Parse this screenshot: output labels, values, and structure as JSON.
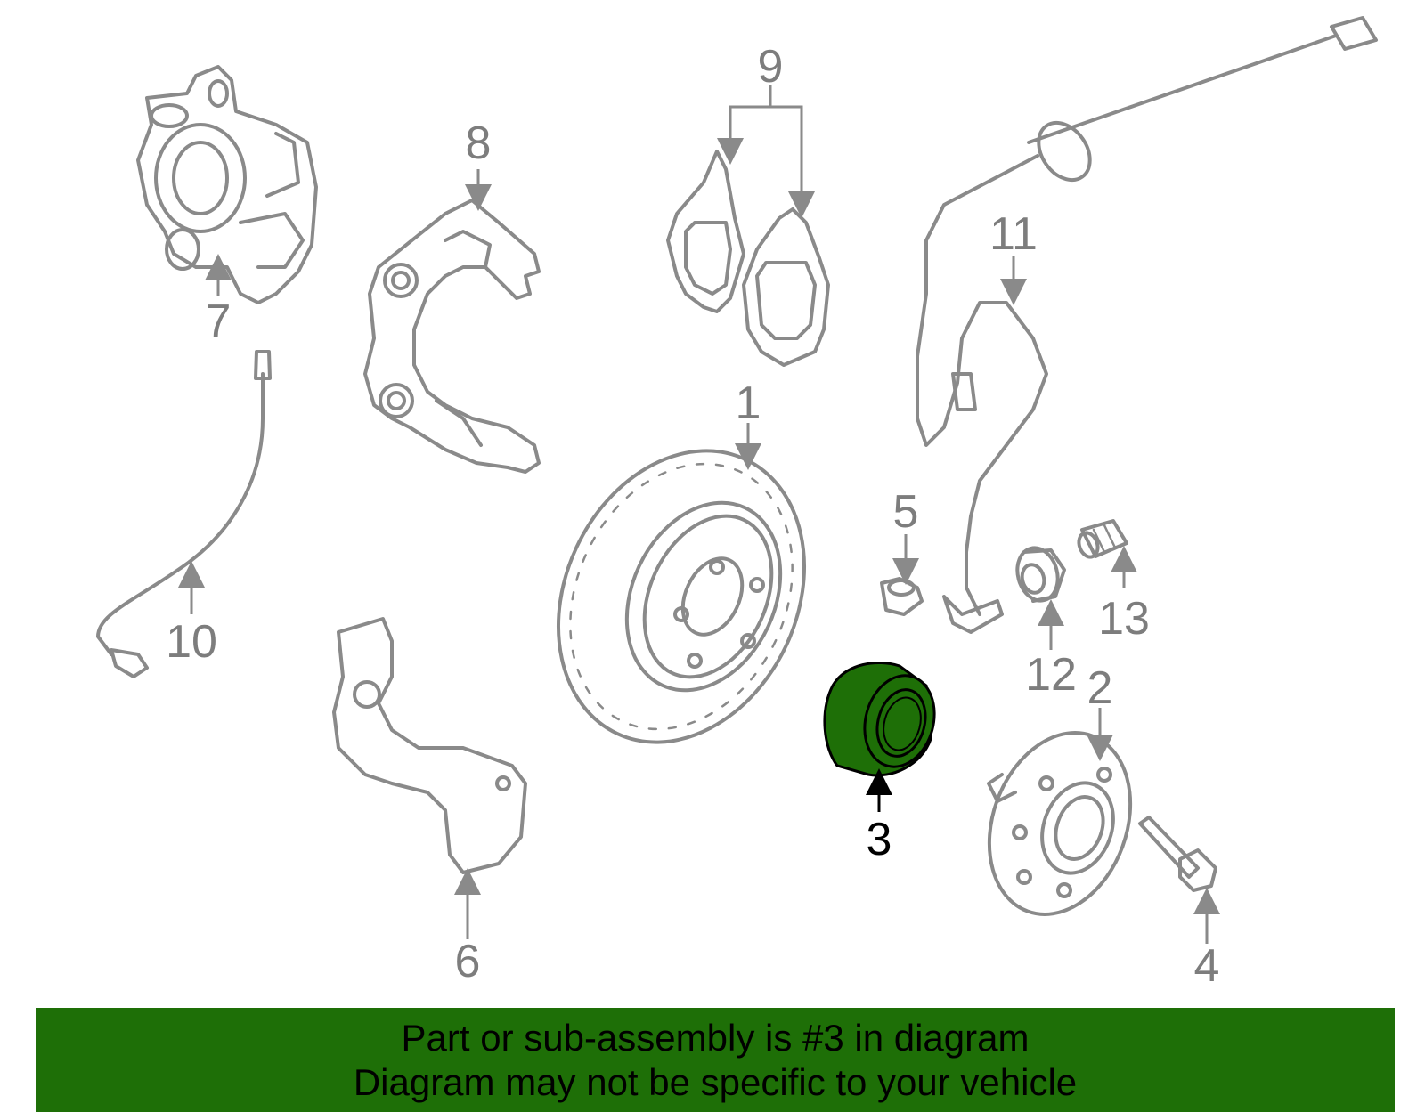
{
  "callouts": {
    "c1": "1",
    "c2": "2",
    "c3": "3",
    "c4": "4",
    "c5": "5",
    "c6": "6",
    "c7": "7",
    "c8": "8",
    "c9": "9",
    "c10": "10",
    "c11": "11",
    "c12": "12",
    "c13": "13"
  },
  "highlight_part": "3",
  "colors": {
    "highlight": "#1e6f07",
    "outline": "#8a8a8a",
    "banner": "#1e6f07"
  },
  "banner": {
    "line1": "Part or sub-assembly is #3 in diagram",
    "line2": "Diagram may not be specific to your vehicle"
  }
}
